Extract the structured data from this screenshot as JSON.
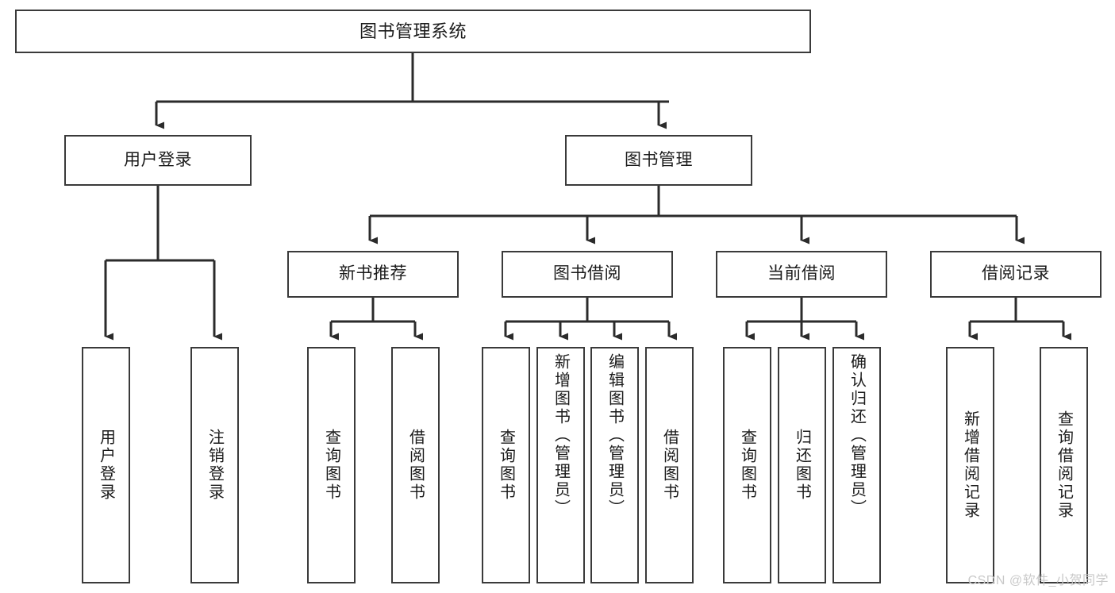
{
  "diagram": {
    "title": "图书管理系统",
    "type": "tree-hierarchy-chart",
    "watermark": "CSDN @软件_小贺同学",
    "colors": {
      "background": "#ffffff",
      "box_border": "#3a3a3a",
      "box_fill": "#ffffff",
      "text": "#1b1b1b",
      "edge": "#2b2b2b",
      "watermark": "#c9c9c9"
    },
    "levels": {
      "root": "图书管理系统",
      "level2": [
        "用户登录",
        "图书管理"
      ],
      "level3": [
        "新书推荐",
        "图书借阅",
        "当前借阅",
        "借阅记录"
      ]
    },
    "nodes": {
      "root": {
        "label": "图书管理系统"
      },
      "user_login": {
        "label": "用户登录"
      },
      "book_manage": {
        "label": "图书管理"
      },
      "new_book_rec": {
        "label": "新书推荐"
      },
      "book_borrow": {
        "label": "图书借阅"
      },
      "current_borrow": {
        "label": "当前借阅"
      },
      "borrow_record": {
        "label": "借阅记录"
      },
      "leaf_user_login": {
        "label": "用户登录"
      },
      "leaf_logout": {
        "label": "注销登录"
      },
      "leaf_query_book_a": {
        "label": "查询图书"
      },
      "leaf_borrow_book_a": {
        "label": "借阅图书"
      },
      "leaf_query_book_b": {
        "label": "查询图书"
      },
      "leaf_add_book": {
        "label": "新增图书（管理员）"
      },
      "leaf_edit_book": {
        "label": "编辑图书（管理员）"
      },
      "leaf_borrow_book_b": {
        "label": "借阅图书"
      },
      "leaf_query_book_c": {
        "label": "查询图书"
      },
      "leaf_return_book": {
        "label": "归还图书"
      },
      "leaf_confirm_return": {
        "label": "确认归还（管理员）"
      },
      "leaf_add_record": {
        "label": "新增借阅记录"
      },
      "leaf_query_record": {
        "label": "查询借阅记录"
      }
    }
  }
}
